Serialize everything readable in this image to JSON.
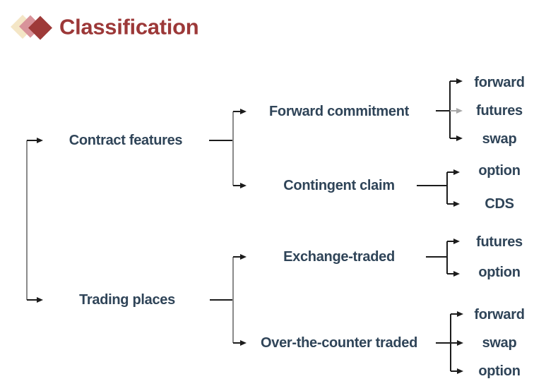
{
  "header": {
    "title": "Classification",
    "icon": "diamonds-icon"
  },
  "colors": {
    "background": "#FFFFFF",
    "title_color": "#9C3838",
    "node_text": "#2F4458",
    "line_dark": "#1C1C1C",
    "line_gray": "#8A8A8A",
    "arrow_muted": "#A8A8A8",
    "diamond_cream": "#F4E6C6",
    "diamond_rose": "#D8939A",
    "diamond_maroon": "#9E3A38"
  },
  "tree": {
    "root_level1": [
      {
        "label": "Contract features",
        "children": [
          {
            "label": "Forward commitment",
            "children": [
              {
                "label": "forward"
              },
              {
                "label": "futures"
              },
              {
                "label": "swap"
              }
            ]
          },
          {
            "label": "Contingent claim",
            "children": [
              {
                "label": "option"
              },
              {
                "label": "CDS"
              }
            ]
          }
        ]
      },
      {
        "label": "Trading places",
        "children": [
          {
            "label": "Exchange-traded",
            "children": [
              {
                "label": "futures"
              },
              {
                "label": "option"
              }
            ]
          },
          {
            "label": "Over-the-counter traded",
            "children": [
              {
                "label": "forward"
              },
              {
                "label": "swap"
              },
              {
                "label": "option"
              }
            ]
          }
        ]
      }
    ]
  }
}
